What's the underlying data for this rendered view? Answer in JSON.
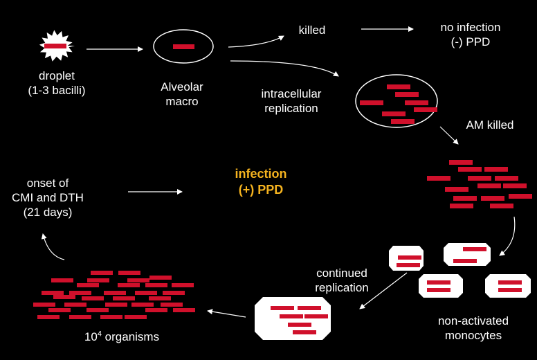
{
  "colors": {
    "background": "#000000",
    "bacillus": "#d0102b",
    "text": "#ffffff",
    "accent": "#f5b31f",
    "arrow": "#ffffff"
  },
  "labels": {
    "droplet": {
      "line1": "droplet",
      "line2": "(1-3 bacilli)"
    },
    "alveolar": {
      "line1": "Alveolar",
      "line2": "macro"
    },
    "killed": "killed",
    "no_infection": {
      "line1": "no infection",
      "line2": "(-) PPD"
    },
    "intracellular": {
      "line1": "intracellular",
      "line2": "replication"
    },
    "am_killed": "AM killed",
    "infection": {
      "line1": "infection",
      "line2": "(+) PPD"
    },
    "onset": {
      "line1": "onset of",
      "line2": "CMI and DTH",
      "line3": "(21 days)"
    },
    "continued": {
      "line1": "continued",
      "line2": "replication"
    },
    "non_activated": {
      "line1": "non-activated",
      "line2": "monocytes"
    },
    "organisms": {
      "base": "10",
      "exponent": "4",
      "rest": " organisms"
    }
  },
  "icons": {
    "droplet": "starburst-icon",
    "macrophage": "ellipse-cell-icon",
    "bacillus": "red-rod-icon",
    "monocyte": "rounded-cell-icon"
  }
}
